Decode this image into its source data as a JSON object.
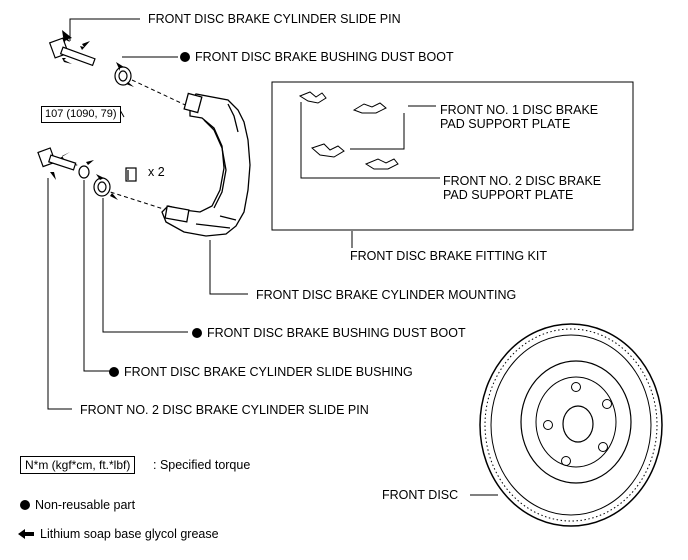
{
  "labels": {
    "slide_pin": "FRONT DISC BRAKE CYLINDER SLIDE PIN",
    "dust_boot_top": "FRONT DISC BRAKE BUSHING DUST BOOT",
    "torque": "107 (1090, 79)",
    "times_two": "x 2",
    "pad_plate_1_line1": "FRONT NO. 1 DISC BRAKE",
    "pad_plate_1_line2": "PAD SUPPORT PLATE",
    "pad_plate_2_line1": "FRONT NO. 2 DISC BRAKE",
    "pad_plate_2_line2": "PAD SUPPORT PLATE",
    "fitting_kit": "FRONT DISC BRAKE FITTING  KIT",
    "cylinder_mounting": "FRONT DISC BRAKE CYLINDER MOUNTING",
    "dust_boot_bottom": "FRONT DISC BRAKE BUSHING DUST BOOT",
    "slide_bushing": "FRONT DISC BRAKE CYLINDER SLIDE BUSHING",
    "no2_slide_pin": "FRONT NO. 2 DISC BRAKE CYLINDER SLIDE PIN",
    "front_disc": "FRONT DISC"
  },
  "legend": {
    "torque_unit": "N*m (kgf*cm, ft.*lbf)",
    "torque_desc": ": Specified torque",
    "non_reusable": "Non-reusable part",
    "grease": "Lithium soap base glycol grease"
  }
}
